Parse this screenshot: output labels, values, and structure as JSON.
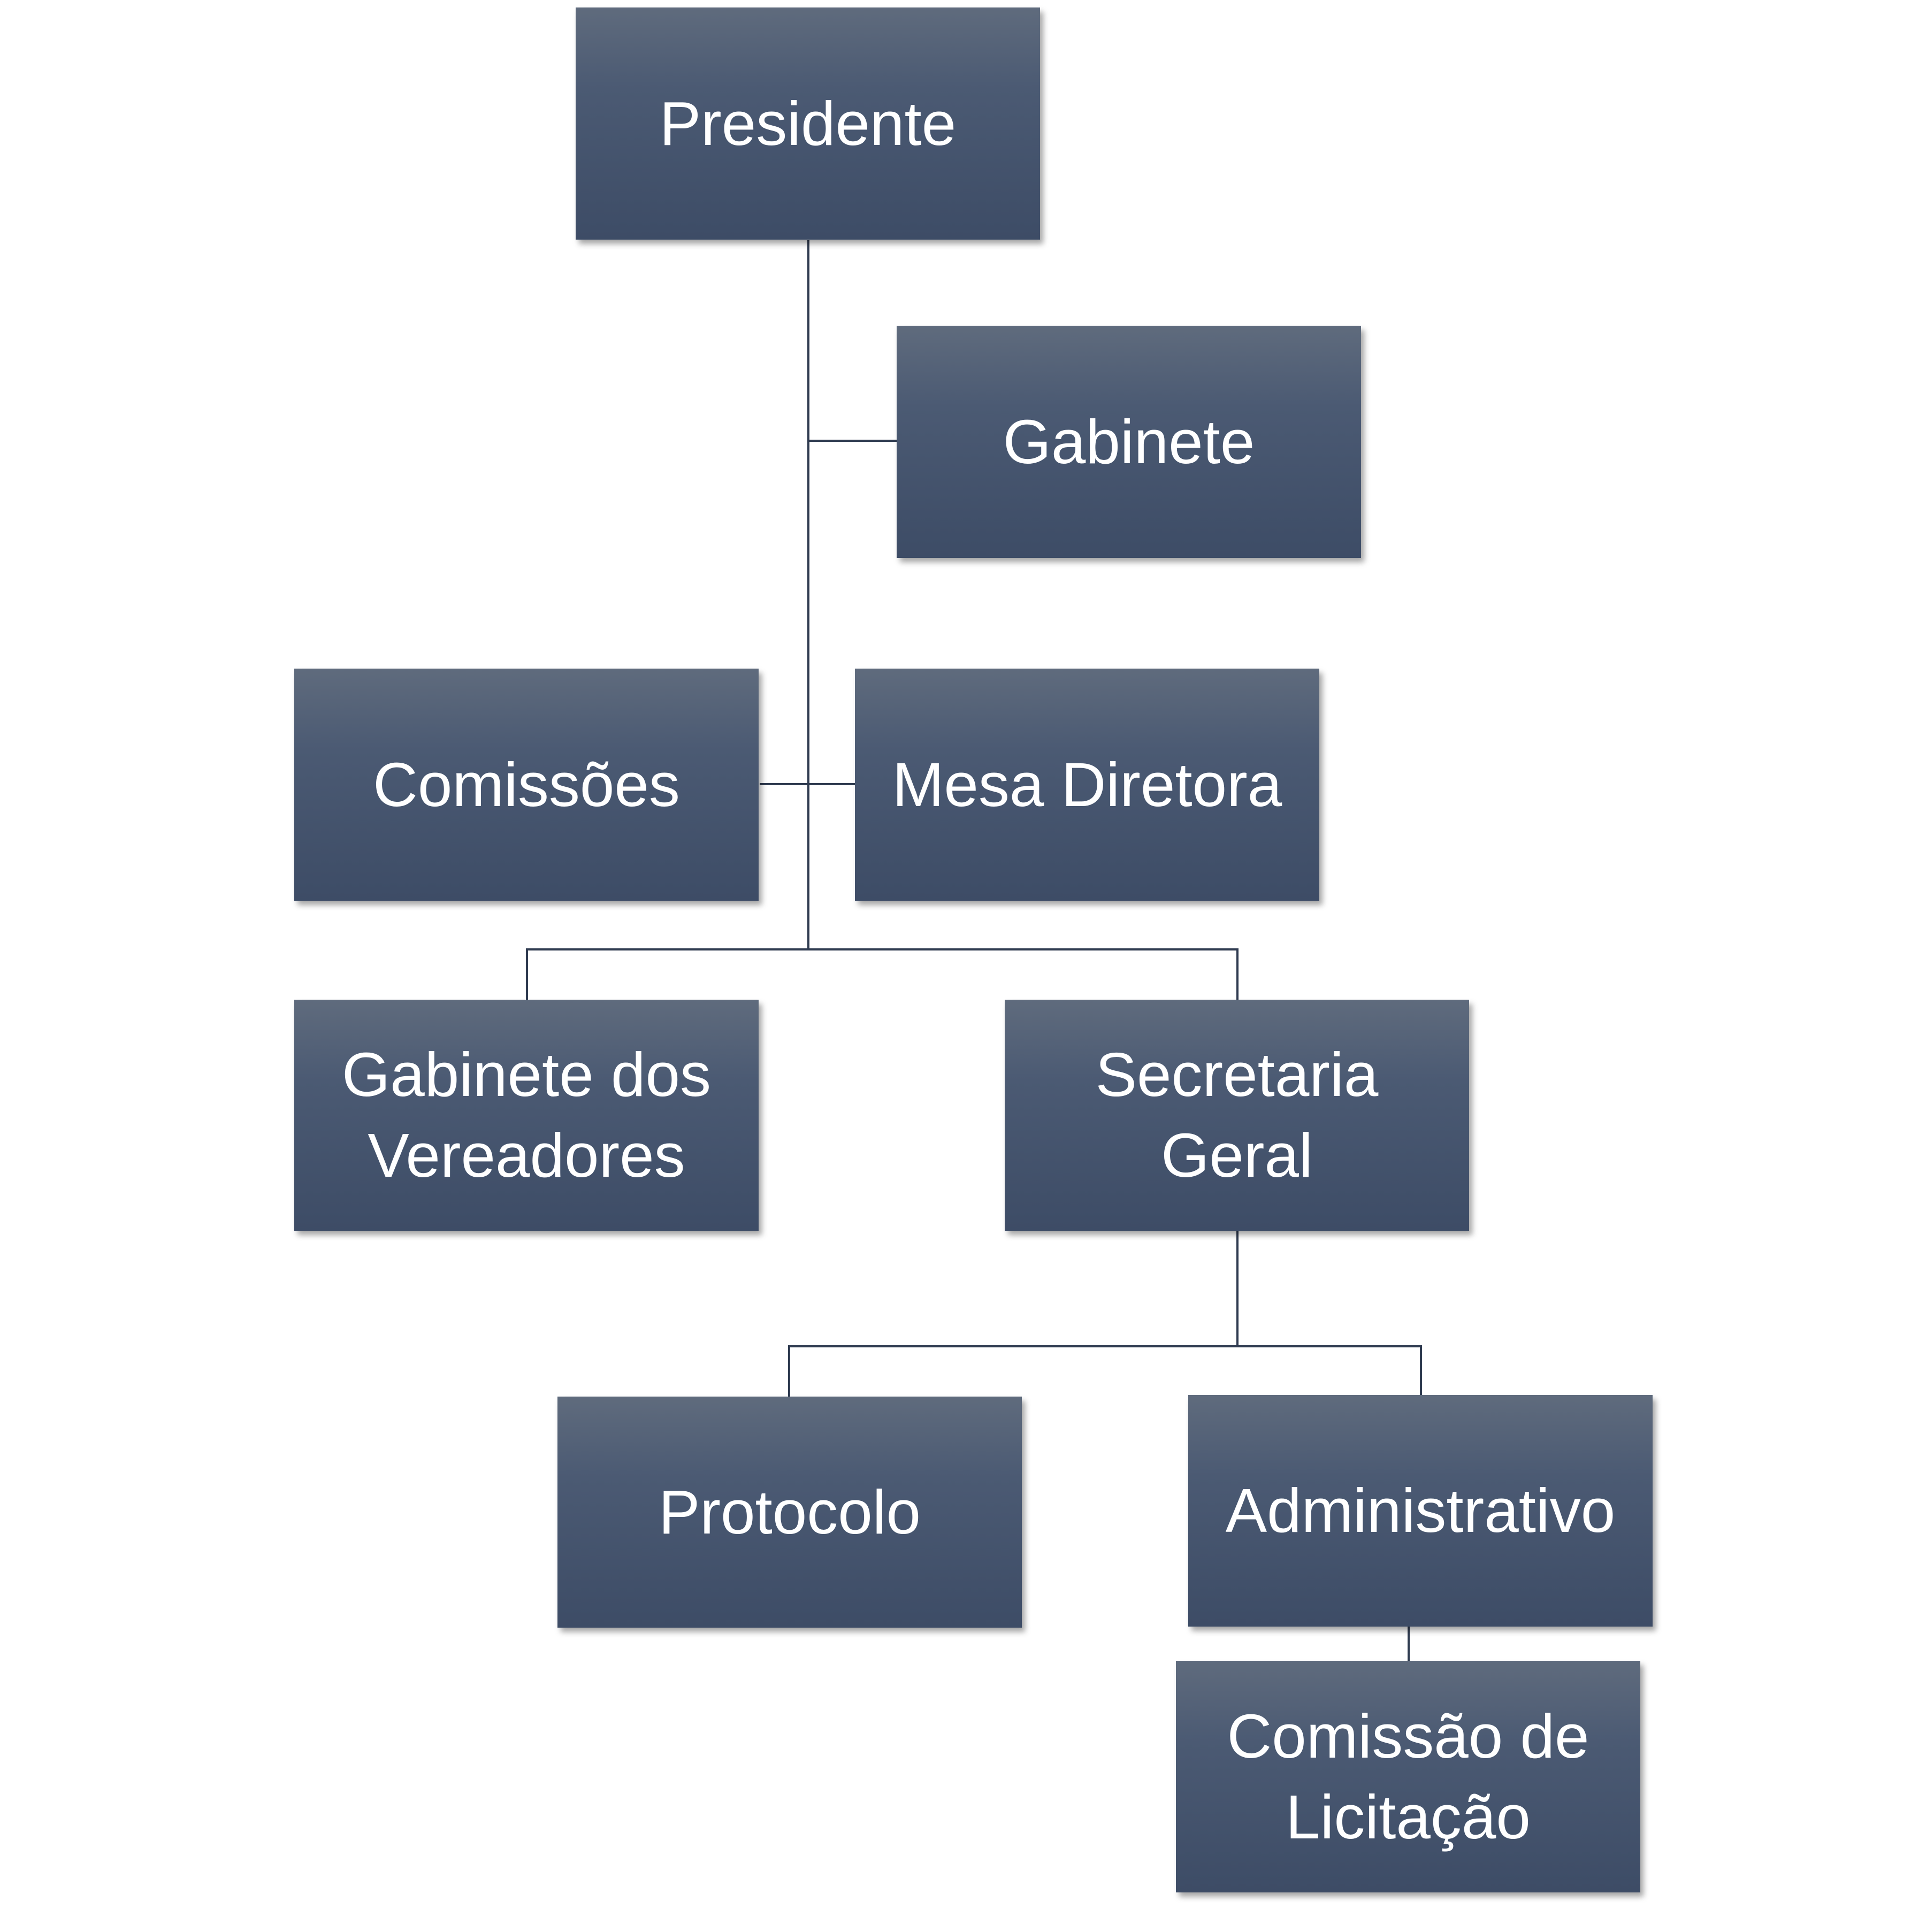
{
  "nodes": {
    "presidente": "Presidente",
    "gabinete": "Gabinete",
    "comissoes": "Comissões",
    "mesa_diretora": "Mesa Diretora",
    "gabinete_vereadores": "Gabinete dos\nVereadores",
    "secretaria_geral": "Secretaria\nGeral",
    "protocolo": "Protocolo",
    "administrativo": "Administrativo",
    "comissao_licitacao": "Comissão de\nLicitação"
  },
  "colors": {
    "box": "#45536b",
    "line": "#2f3b50"
  }
}
